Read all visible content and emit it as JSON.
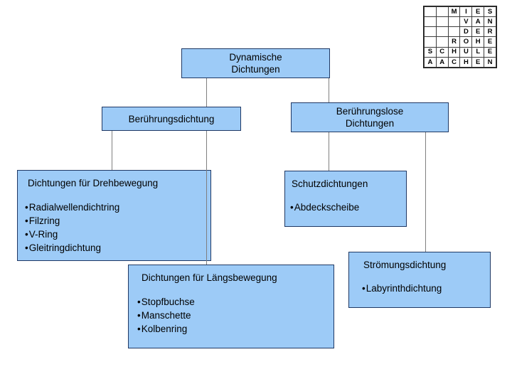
{
  "diagram": {
    "title_text": "Dynamische Dichtungen",
    "nodes": {
      "root": {
        "label": "Dynamische\nDichtungen"
      },
      "contact": {
        "label": "Berührungsdichtung"
      },
      "contactless": {
        "label": "Berührungslose\nDichtungen"
      },
      "rotary": {
        "label": "Dichtungen für Drehbewegung",
        "bullets": [
          "Radialwellendichtring",
          "Filzring",
          "V-Ring",
          "Gleitringdichtung"
        ]
      },
      "linear": {
        "label": "Dichtungen für Längsbewegung",
        "bullets": [
          "Stopfbuchse",
          "Manschette",
          "Kolbenring"
        ]
      },
      "protective": {
        "label": "Schutzdichtungen",
        "bullets": [
          "Abdeckscheibe"
        ]
      },
      "flow": {
        "label": "Strömungsdichtung",
        "bullets": [
          "Labyrinthdichtung"
        ]
      }
    },
    "colors": {
      "node_fill": "#9dcbf7",
      "node_border": "#1f3864",
      "connector": "#808080",
      "text": "#000000",
      "background": "#ffffff"
    }
  },
  "logo": {
    "name": "mies-van-der-rohe-schule-aachen",
    "rows": [
      [
        "",
        "",
        "M",
        "I",
        "E",
        "S"
      ],
      [
        "",
        "",
        "",
        "V",
        "A",
        "N"
      ],
      [
        "",
        "",
        "",
        "D",
        "E",
        "R"
      ],
      [
        "",
        "",
        "R",
        "O",
        "H",
        "E"
      ],
      [
        "S",
        "C",
        "H",
        "U",
        "L",
        "E"
      ],
      [
        "A",
        "A",
        "C",
        "H",
        "E",
        "N"
      ]
    ]
  }
}
